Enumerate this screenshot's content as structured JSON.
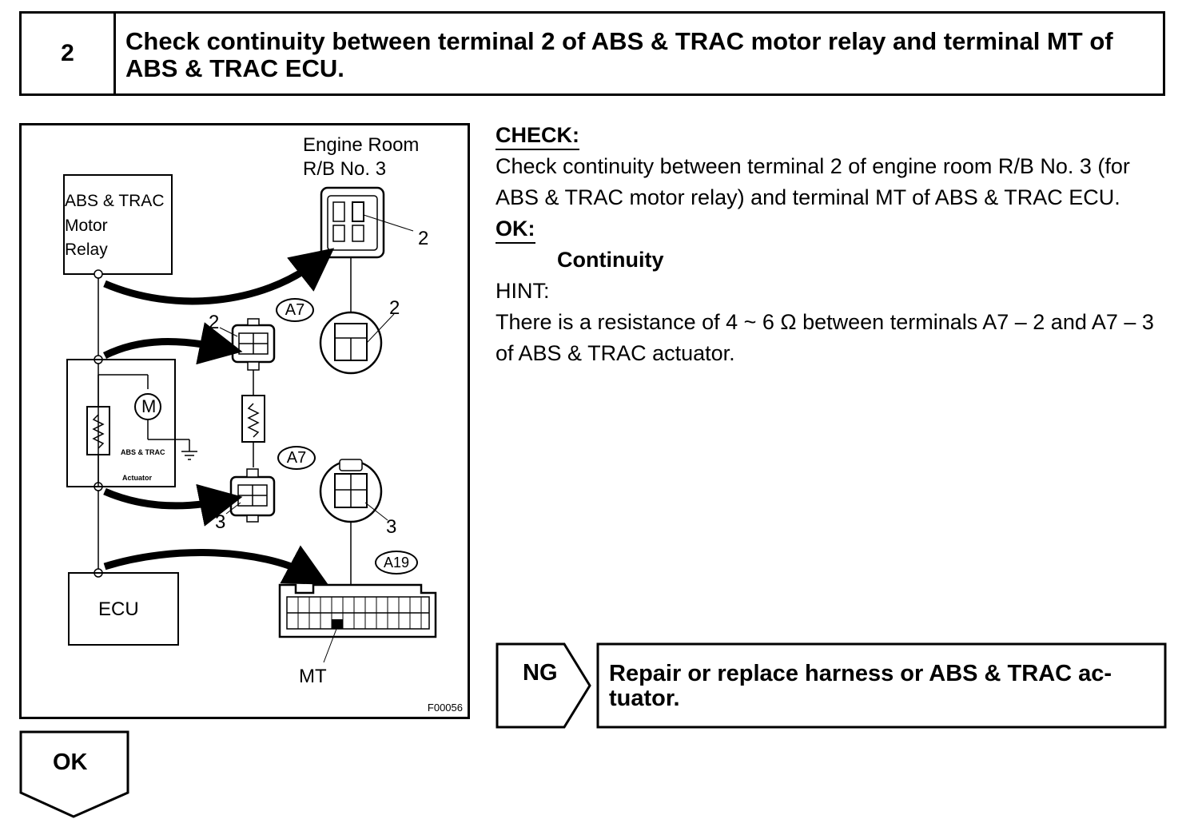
{
  "step": {
    "number": "2",
    "title": "Check continuity between terminal 2 of ABS & TRAC motor relay and terminal MT of ABS & TRAC ECU."
  },
  "figure": {
    "engine_room_line1": "Engine Room",
    "engine_room_line2": "R/B No. 3",
    "relay_line1": "ABS & TRAC",
    "relay_line2": "Motor",
    "relay_line3": "Relay",
    "actuator_line1": "ABS & TRAC",
    "actuator_line2": "Actuator",
    "motor_symbol": "M",
    "ecu_label": "ECU",
    "connector_a7_top": "A7",
    "connector_a7_bottom": "A7",
    "connector_a19": "A19",
    "pin_2_rb": "2",
    "pin_2_a7": "2",
    "pin_2_a7_socket": "2",
    "pin_3_a7": "3",
    "pin_3_a7_socket": "3",
    "pin_mt": "MT",
    "figure_code": "F00056"
  },
  "check": {
    "heading": "CHECK:",
    "text": "Check continuity between terminal 2 of engine room R/B No. 3 (for ABS & TRAC motor relay) and terminal MT of ABS & TRAC ECU."
  },
  "ok": {
    "heading": "OK:",
    "value": "Continuity"
  },
  "hint": {
    "heading": "HINT:",
    "text": "There is a resistance of 4 ~ 6 Ω between terminals A7 – 2 and A7 – 3 of ABS & TRAC actuator."
  },
  "ng_result": {
    "label": "NG",
    "text": "Repair or replace harness or ABS & TRAC ac- tuator."
  },
  "ok_result": {
    "label": "OK"
  }
}
